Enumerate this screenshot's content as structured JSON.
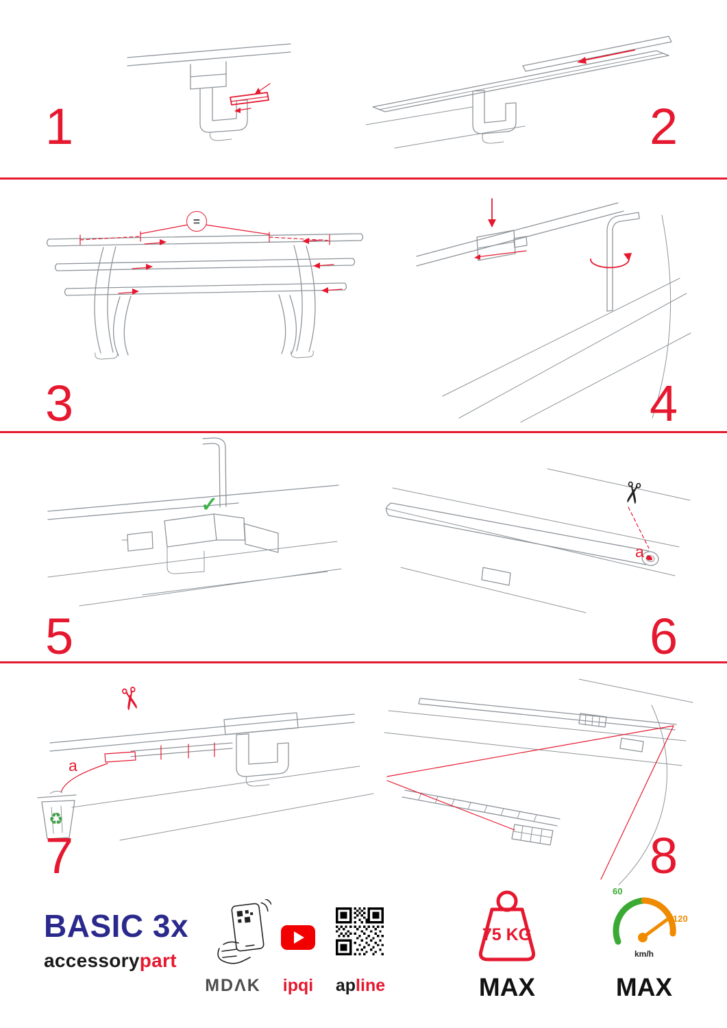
{
  "colors": {
    "accent_red": "#e5182f",
    "brand_blue": "#2b2a8c",
    "check_green": "#3bb54a",
    "recycle_green": "#43a047",
    "speed_green": "#3aaa35",
    "speed_orange": "#ef8b00",
    "youtube_red": "#f20000",
    "lineart_gray": "#8e949a"
  },
  "icons": {
    "scissors": "✂",
    "check": "✓",
    "recycle": "♻"
  },
  "steps": [
    {
      "number": "1"
    },
    {
      "number": "2"
    },
    {
      "number": "3"
    },
    {
      "number": "4"
    },
    {
      "number": "5"
    },
    {
      "number": "6"
    },
    {
      "number": "7"
    },
    {
      "number": "8"
    }
  ],
  "labels": {
    "equal": "=",
    "cut_a_step6": "a",
    "cut_a_step7": "a"
  },
  "footer": {
    "product_name": "BASIC 3x",
    "brand_accessory": "accessory",
    "brand_part": "part",
    "mdak": "MDΛK",
    "ipqi": "ipqi",
    "apline_ap": "ap",
    "apline_line": "line",
    "weight_value": "75 KG",
    "weight_max": "MAX",
    "speed_min": "60",
    "speed_max_value": "120",
    "speed_unit": "km/h",
    "speed_max": "MAX"
  }
}
